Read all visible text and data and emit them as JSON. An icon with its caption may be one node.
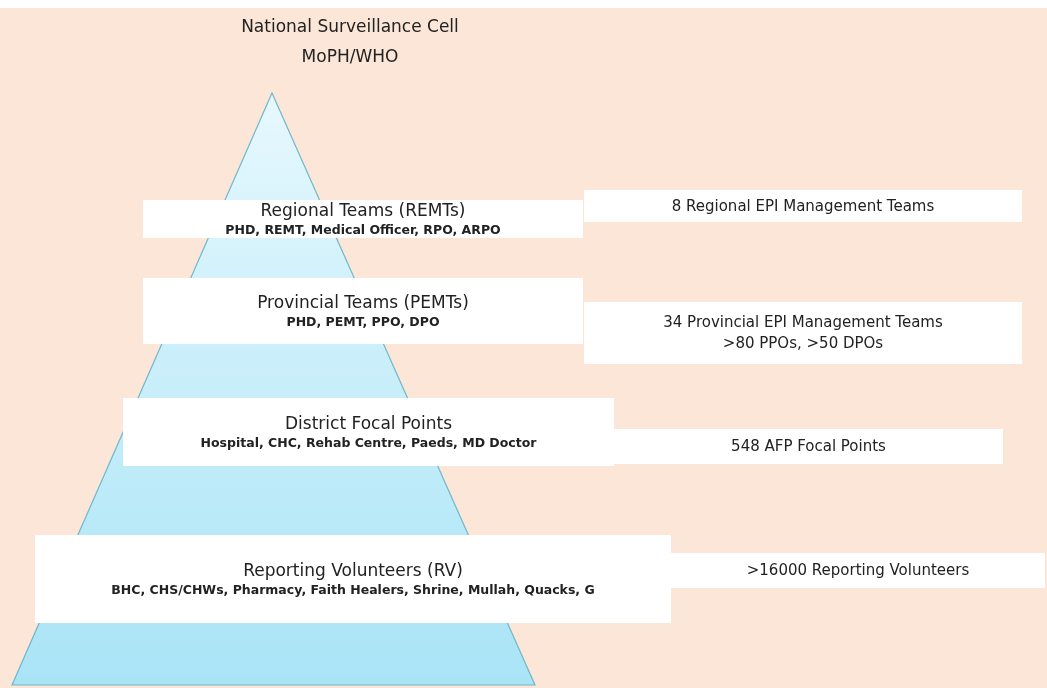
{
  "diagram": {
    "nodes": [
      {
        "text": [
          "Regional Teams (REMTs)",
          "PHD, REMT, Medical Officer, RPO, ARPO"
        ]
      },
      {
        "text": [
          "8 Regional EPI Management Teams"
        ]
      },
      {
        "text": [
          "Provincial Teams (PEMTs)",
          "PHD, PEMT, PPO, DPO"
        ]
      },
      {
        "text": [
          "34 Provincial EPI Management Teams",
          ">80 PPOs, >50 DPOs"
        ]
      },
      {
        "text": [
          "District Focal Points",
          "Hospital, CHC, Rehab Centre, Paeds, MD Doctor"
        ]
      },
      {
        "text": [
          "548 AFP Focal Points"
        ]
      },
      {
        "text": [
          "Reporting Volunteers (RV)",
          "BHC, CHS/CHWs, Pharmacy, Faith Healers, Shrine, Mullah, Quacks, G"
        ]
      },
      {
        "text": [
          ">16000 Reporting Volunteers"
        ]
      }
    ],
    "labels": [
      "National Surveillance Cell",
      "MoPH/WHO"
    ]
  }
}
